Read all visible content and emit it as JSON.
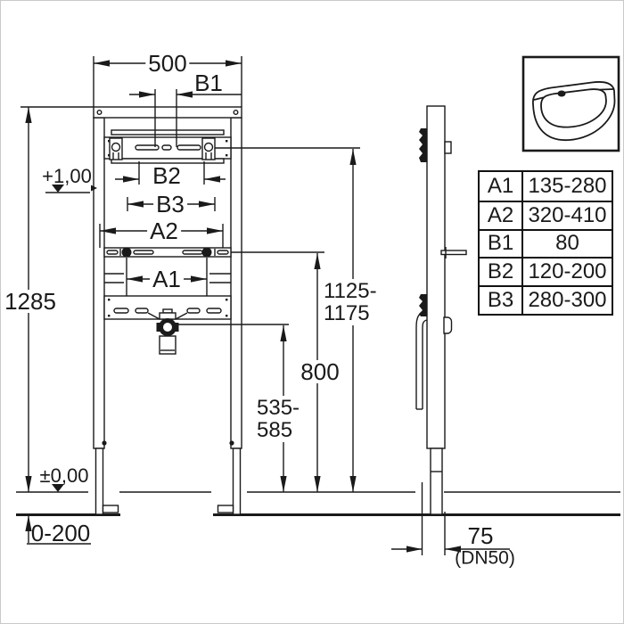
{
  "front_view": {
    "width_label": "500",
    "b1_label": "B1",
    "b2_label": "B2",
    "b3_label": "B3",
    "a2_label": "A2",
    "a1_label": "A1",
    "height_label": "1285",
    "upper_level_label": "+1,00",
    "floor_level_label": "±0,00",
    "floor_range_label": "0-200",
    "tap_height": {
      "line1": "1125-",
      "line2": "1175"
    },
    "basin_fixing_height_label": "800",
    "drain_height": {
      "line1": "535-",
      "line2": "585"
    }
  },
  "side_view": {
    "depth_label": "75",
    "drain_note_label": "(DN50)"
  },
  "product_icon": "washbasin",
  "dimension_table": {
    "rows": [
      {
        "label": "A1",
        "value": "135-280"
      },
      {
        "label": "A2",
        "value": "320-410"
      },
      {
        "label": "B1",
        "value": "80"
      },
      {
        "label": "B2",
        "value": "120-200"
      },
      {
        "label": "B3",
        "value": "280-300"
      }
    ]
  },
  "colors": {
    "line": "#1a1a1a",
    "background": "#ffffff",
    "frame_border": "#c9c9c9"
  }
}
